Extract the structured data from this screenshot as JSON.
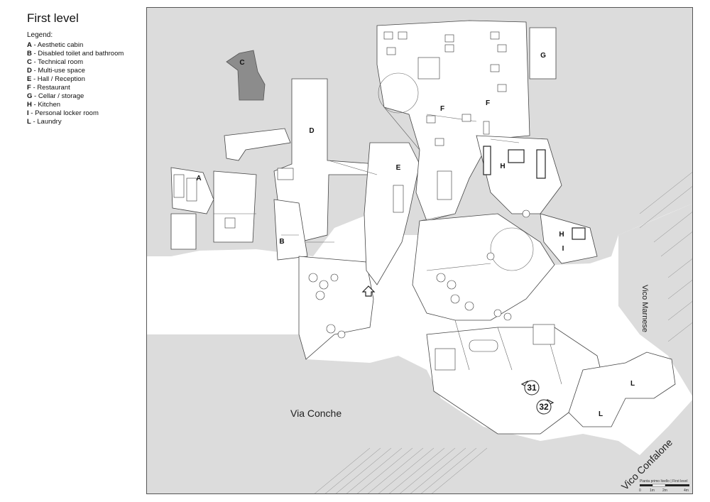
{
  "title": "First level",
  "legend": {
    "heading": "Legend:",
    "items": [
      {
        "key": "A",
        "label": "Aesthetic cabin"
      },
      {
        "key": "B",
        "label": "Disabled toilet and bathroom"
      },
      {
        "key": "C",
        "label": "Technical room"
      },
      {
        "key": "D",
        "label": "Multi-use space"
      },
      {
        "key": "E",
        "label": "Hall / Reception"
      },
      {
        "key": "F",
        "label": "Restaurant"
      },
      {
        "key": "G",
        "label": "Cellar / storage"
      },
      {
        "key": "H",
        "label": "Kitchen"
      },
      {
        "key": "I",
        "label": "Personal locker room"
      },
      {
        "key": "L",
        "label": "Laundry"
      }
    ]
  },
  "rooms": {
    "a": "A",
    "b": "B",
    "c": "C",
    "d": "D",
    "e": "E",
    "f1": "F",
    "f2": "F",
    "g": "G",
    "h1": "H",
    "h2": "H",
    "i": "I",
    "l1": "L",
    "l2": "L"
  },
  "streets": {
    "via_conche": "Via Conche",
    "vico_confalone": "Vico Confalone",
    "vico_marnese": "Vico Marnese"
  },
  "markers": {
    "m31": "31",
    "m32": "32"
  },
  "scale_bar": {
    "caption": "Pianta primo livello | First level",
    "ticks": [
      "0",
      "1m",
      "2m",
      "4m"
    ]
  },
  "colors": {
    "street_fill": "#dcdcdc",
    "technical_room_fill": "#8c8c8c"
  }
}
